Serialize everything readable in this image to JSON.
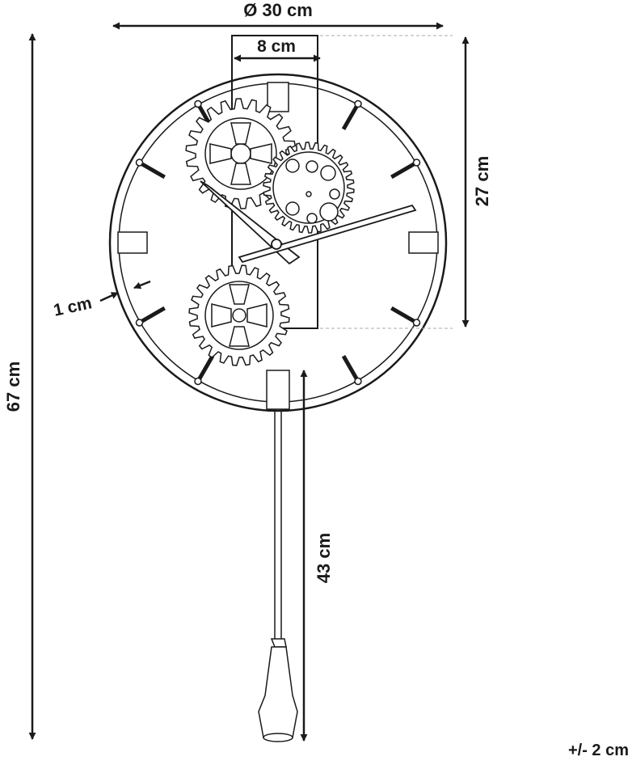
{
  "dimensions": {
    "diameter": "Ø 30 cm",
    "bracket_width": "8 cm",
    "rim_thickness": "1 cm",
    "total_height": "67 cm",
    "bracket_height": "27 cm",
    "pendulum_length": "43 cm",
    "tolerance": "+/- 2 cm"
  },
  "colors": {
    "line": "#1a1a1a",
    "guide": "#aaaaaa",
    "background": "#ffffff"
  }
}
